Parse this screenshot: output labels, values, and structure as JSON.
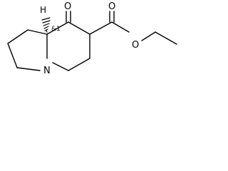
{
  "molecule": {
    "atoms": {
      "ketone_oxygen": "O",
      "carbonyl_oxygen": "O",
      "ester_oxygen": "O",
      "nitrogen": "N",
      "hydrogen": "H",
      "stereo_tag": "&1"
    }
  }
}
